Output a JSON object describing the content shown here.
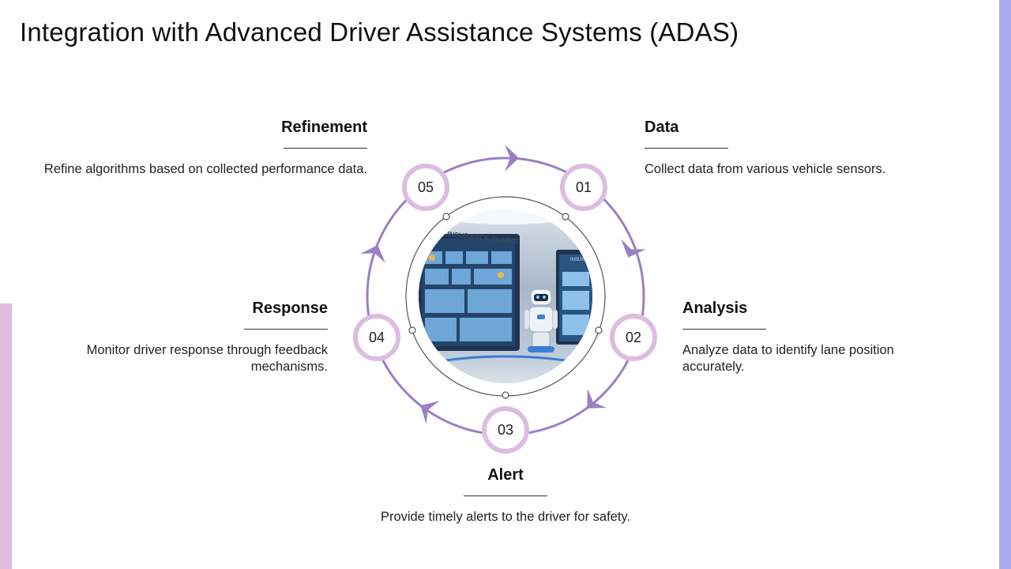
{
  "title": "Integration with Advanced Driver Assistance Systems (ADAS)",
  "colors": {
    "accent_purple": "#9b80c4",
    "node_ring": "#dcbde0",
    "right_bar": "#a9acec",
    "left_bar": "#e1bcdf"
  },
  "center_image": {
    "icon": "robot-dashboard-illustration",
    "sign_text": "INSURANCE CLAIMS",
    "screen_text": "INSUR"
  },
  "steps": [
    {
      "number": "01",
      "title": "Data",
      "description": "Collect data from various vehicle sensors."
    },
    {
      "number": "02",
      "title": "Analysis",
      "description": "Analyze data to identify lane position accurately."
    },
    {
      "number": "03",
      "title": "Alert",
      "description": "Provide timely alerts to the driver for safety."
    },
    {
      "number": "04",
      "title": "Response",
      "description": "Monitor driver response through feedback mechanisms."
    },
    {
      "number": "05",
      "title": "Refinement",
      "description": "Refine algorithms based on collected performance data."
    }
  ]
}
